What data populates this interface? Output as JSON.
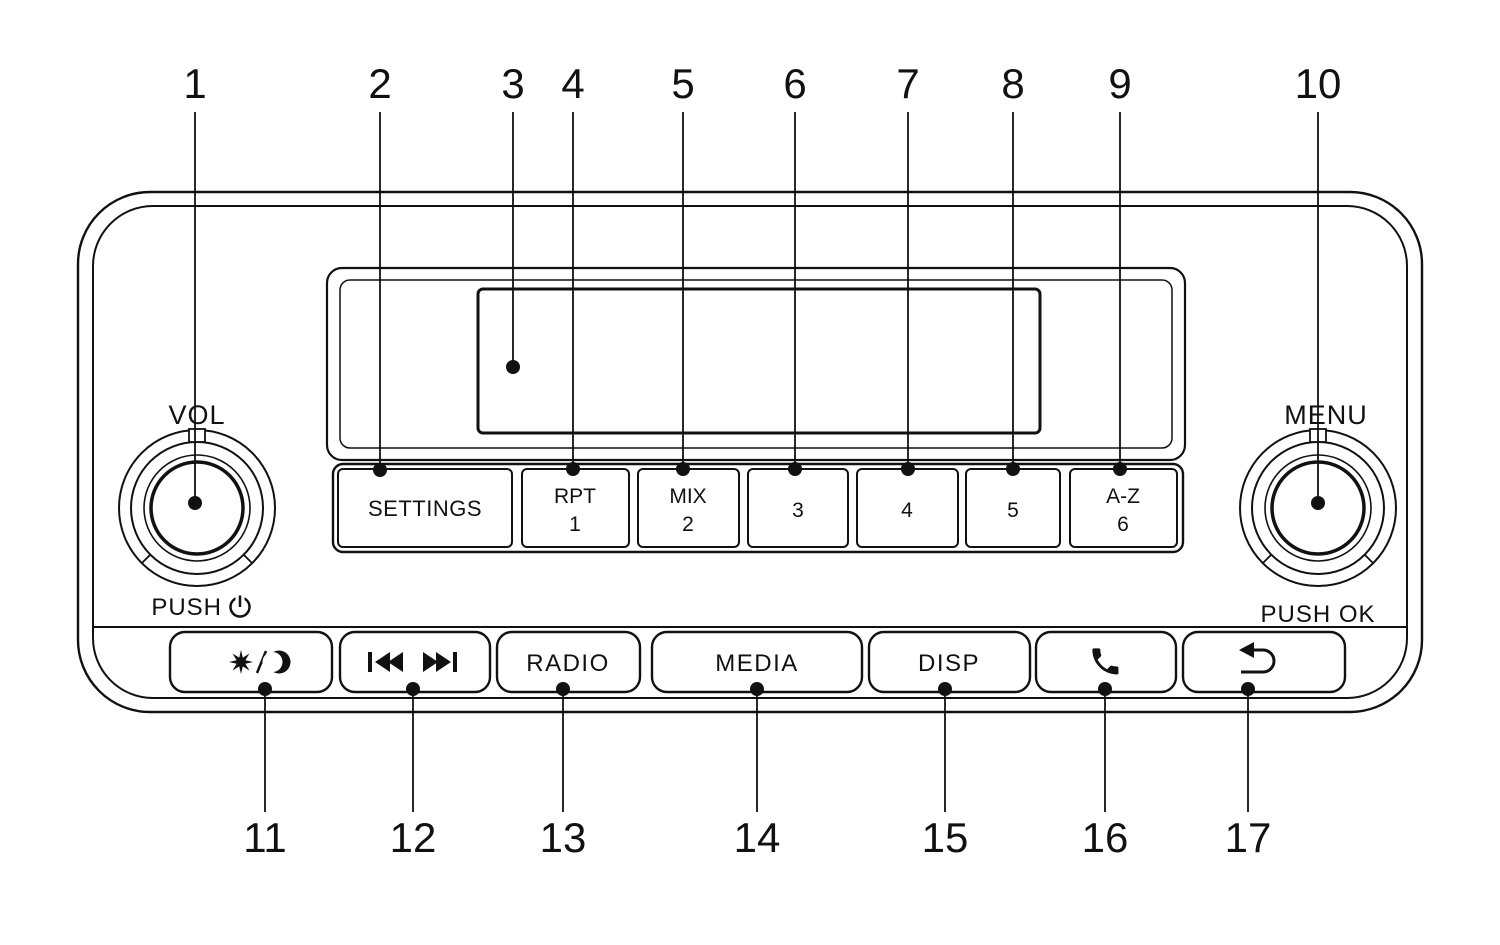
{
  "colors": {
    "line": "#111111",
    "background": "#ffffff"
  },
  "callouts_top": [
    "1",
    "2",
    "3",
    "4",
    "5",
    "6",
    "7",
    "8",
    "9",
    "10"
  ],
  "callouts_bottom": [
    "11",
    "12",
    "13",
    "14",
    "15",
    "16",
    "17"
  ],
  "left_knob": {
    "top_label": "VOL",
    "bottom_label": "PUSH",
    "push_icon": "power-icon"
  },
  "right_knob": {
    "top_label": "MENU",
    "bottom_label": "PUSH OK"
  },
  "display": {
    "content": ""
  },
  "presets": [
    {
      "l1": "SETTINGS"
    },
    {
      "l1": "RPT",
      "l2": "1"
    },
    {
      "l1": "MIX",
      "l2": "2"
    },
    {
      "l1": "3"
    },
    {
      "l1": "4"
    },
    {
      "l1": "5"
    },
    {
      "l1": "A-Z",
      "l2": "6"
    }
  ],
  "bottom_buttons": [
    {
      "icon": "day-night-icon"
    },
    {
      "icon": "previous-next-track-icon"
    },
    {
      "label": "RADIO"
    },
    {
      "label": "MEDIA"
    },
    {
      "label": "DISP"
    },
    {
      "icon": "phone-icon"
    },
    {
      "icon": "return-icon"
    }
  ]
}
